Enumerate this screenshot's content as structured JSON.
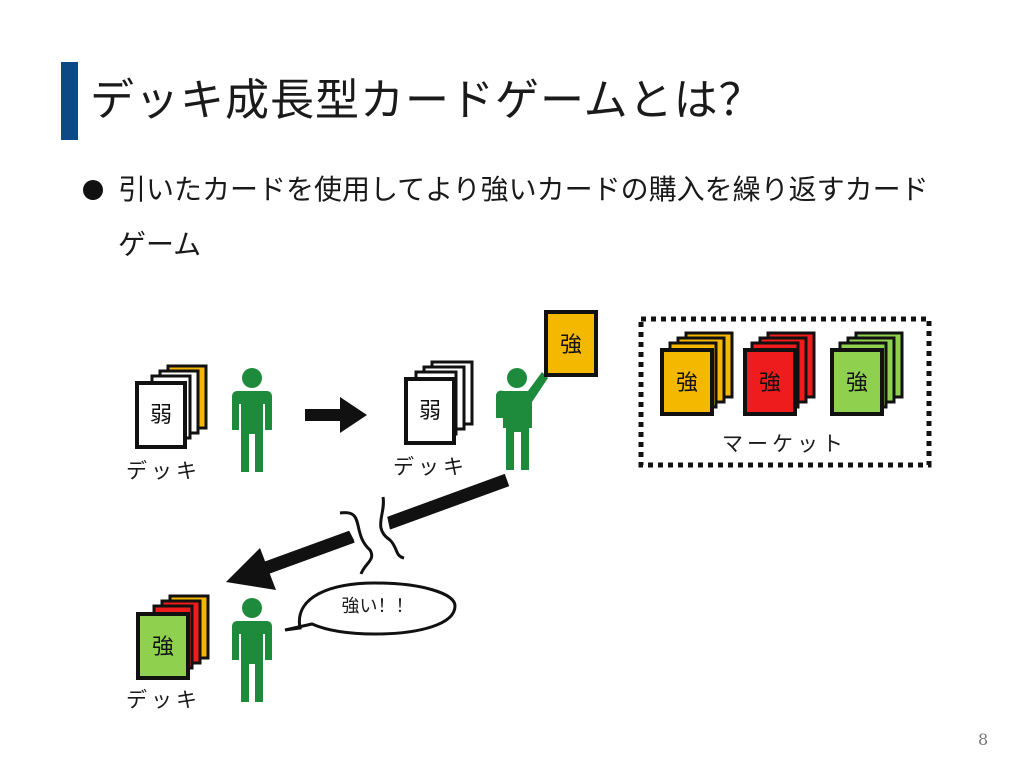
{
  "slide": {
    "title": "デッキ成長型カードゲームとは？",
    "bullet": "引いたカードを使用してより強いカードの購入を繰り返すカードゲーム",
    "page_number": "8"
  },
  "diagram": {
    "deck_label": "デッキ",
    "weak_card_label": "弱",
    "strong_card_label": "強",
    "market_label": "マーケット",
    "speech": "強い！！",
    "colors": {
      "title_accent": "#0d4a85",
      "person": "#1e8a3c",
      "card_yellow": "#f5b800",
      "card_red": "#ee1c1c",
      "card_green": "#8fd14f",
      "card_white": "#ffffff"
    }
  }
}
